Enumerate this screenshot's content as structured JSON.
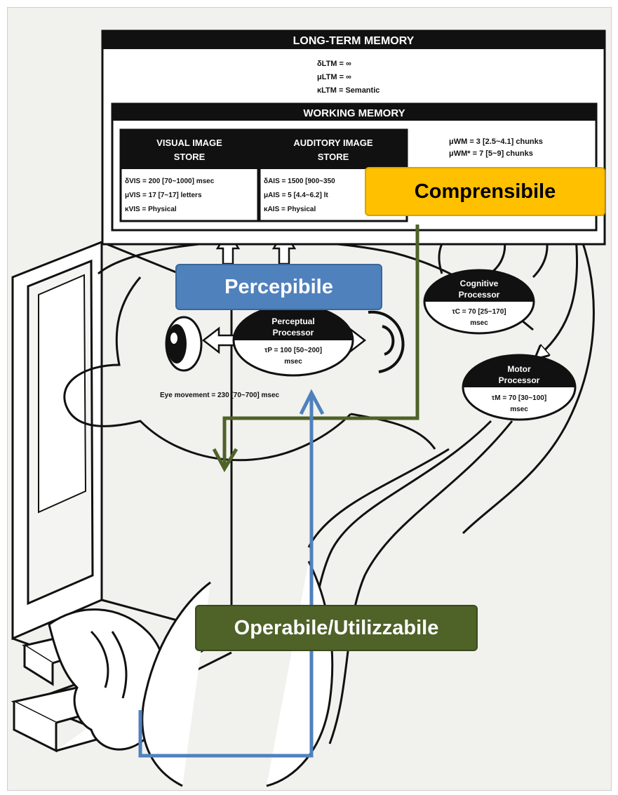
{
  "labels": {
    "percepibile": "Percepibile",
    "comprensibile": "Comprensibile",
    "operabile": "Operabile/Utilizzabile"
  },
  "ltm": {
    "title": "LONG-TERM MEMORY",
    "delta": "δLTM = ∞",
    "mu": "μLTM = ∞",
    "kappa": "κLTM = Semantic"
  },
  "wm": {
    "title": "WORKING MEMORY",
    "mu1": "μWM = 3 [2.5~4.1] chunks",
    "mu2": "μWM* = 7 [5~9] chunks"
  },
  "vis": {
    "title_1": "VISUAL IMAGE",
    "title_2": "STORE",
    "delta": "δVIS = 200 [70~1000] msec",
    "mu": "μVIS = 17 [7~17] letters",
    "kappa": "κVIS = Physical"
  },
  "ais": {
    "title_1": "AUDITORY IMAGE",
    "title_2": "STORE",
    "delta": "δAIS = 1500 [900~350",
    "mu": "μAIS = 5 [4.4~6.2] lt",
    "kappa": "κAIS = Physical"
  },
  "perceptual": {
    "title_1": "Perceptual",
    "title_2": "Processor",
    "tau": "τP = 100 [50~200]",
    "unit": "msec"
  },
  "cognitive": {
    "title_1": "Cognitive",
    "title_2": "Processor",
    "tau": "τC = 70 [25~170]",
    "unit": "msec"
  },
  "motor": {
    "title_1": "Motor",
    "title_2": "Processor",
    "tau": "τM = 70 [30~100]",
    "unit": "msec"
  },
  "eye_movement": "Eye movement = 230 [70~700] msec",
  "colors": {
    "blue": "#4f81bd",
    "yellow": "#ffc000",
    "green": "#4f6228"
  }
}
